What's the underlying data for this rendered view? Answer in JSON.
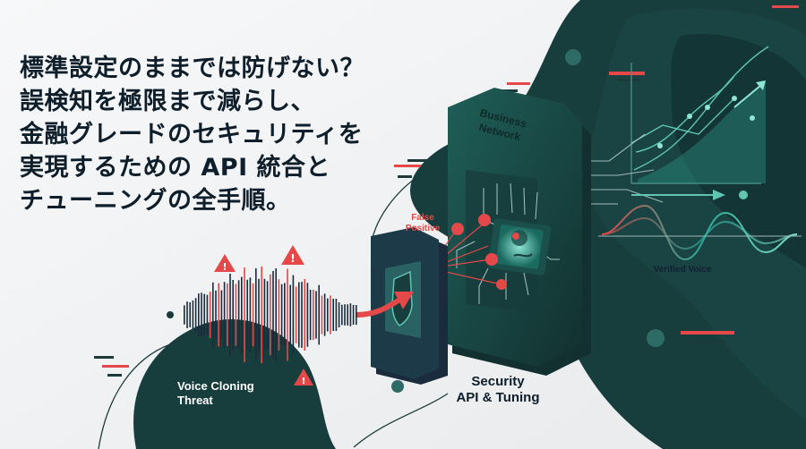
{
  "headline": {
    "lines": [
      "標準設定のままでは防げない？",
      "誤検知を極限まで減らし、",
      "金融グレードのセキュリティを",
      "実現するための API 統合と",
      "チューニングの全手順。"
    ]
  },
  "labels": {
    "voice_cloning_threat": [
      "Voice Cloning",
      "Threat"
    ],
    "security_api_tuning": [
      "Security",
      "API & Tuning"
    ],
    "false_positive": [
      "False",
      "Positive"
    ],
    "verified_voice": "Verified Voice",
    "business_network": [
      "Business",
      "Network"
    ]
  },
  "icons": [
    "warning-icon",
    "shield-icon",
    "arrow-icon",
    "processor-chip-icon"
  ],
  "colors": {
    "dark_teal": "#173d3c",
    "navy": "#1a2b3c",
    "accent_red": "#e54848",
    "mint": "#5ec6b2",
    "text_dark": "#0e1e2a"
  }
}
